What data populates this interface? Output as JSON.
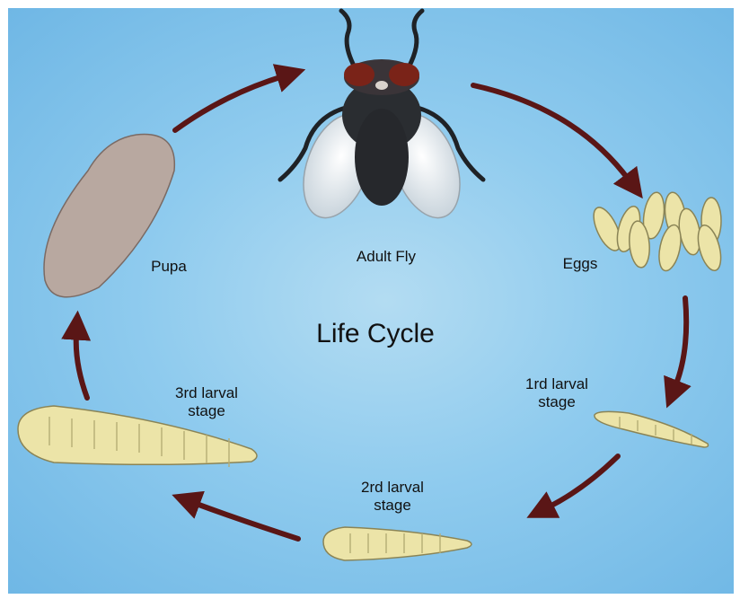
{
  "diagram": {
    "title": "Life Cycle",
    "stages": {
      "adult": "Adult Fly",
      "eggs": "Eggs",
      "larva1": [
        "1rd larval",
        "stage"
      ],
      "larva2": [
        "2rd larval",
        "stage"
      ],
      "larva3": [
        "3rd larval",
        "stage"
      ],
      "pupa": "Pupa"
    },
    "colors": {
      "background": "#8fcbee",
      "arrow": "#5a1616",
      "larva": "#ece4a8",
      "pupa": "#b8a8a0",
      "fly_body": "#2a2d31",
      "fly_eyes": "#7a2318"
    }
  }
}
